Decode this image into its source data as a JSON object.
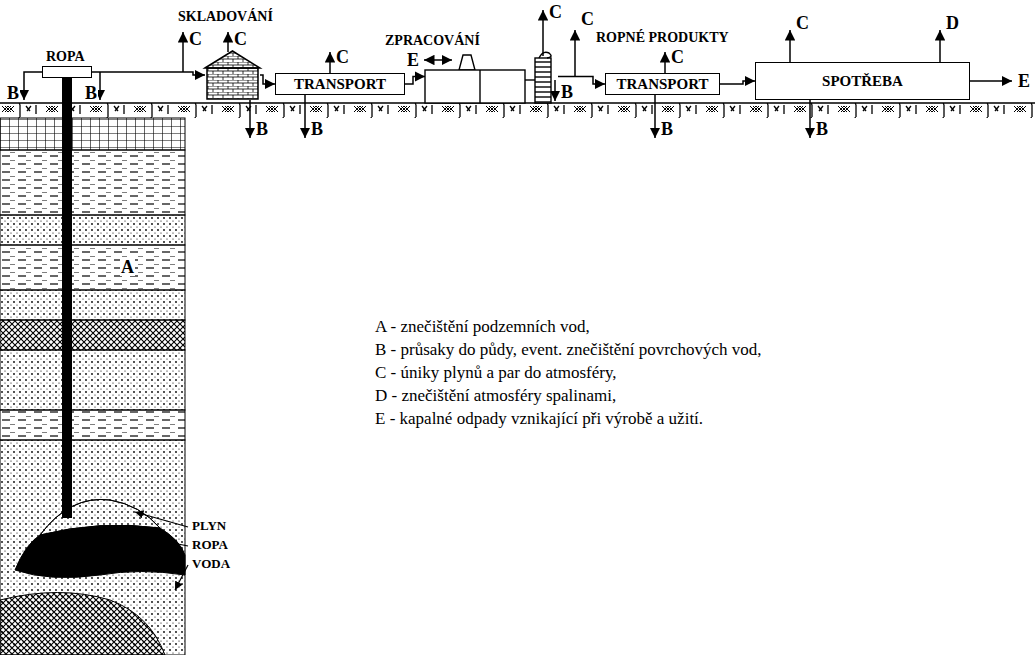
{
  "diagram": {
    "nodes": [
      {
        "text": [
          "ROPA"
        ]
      },
      {
        "text": [
          "SKLADOVÁNÍ"
        ]
      },
      {
        "text": [
          "TRANSPORT"
        ]
      },
      {
        "text": [
          "ZPRACOVÁNÍ"
        ]
      },
      {
        "text": [
          "TRANSPORT"
        ]
      },
      {
        "text": [
          "SPOTŘEBA"
        ]
      }
    ],
    "edges": [
      {
        "from": 0,
        "to": 1,
        "arrow": "to"
      },
      {
        "from": 1,
        "to": 2,
        "arrow": "to"
      },
      {
        "from": 2,
        "to": 3,
        "arrow": "to"
      },
      {
        "from": 3,
        "to": 4,
        "label": "ROPNÉ PRODUKTY",
        "arrow": "to"
      },
      {
        "from": 4,
        "to": 5,
        "arrow": "to"
      }
    ],
    "labels": [
      "C",
      "C",
      "C",
      "C",
      "C",
      "C",
      "C",
      "D",
      "E",
      "E",
      "B",
      "B",
      "B",
      "B",
      "B",
      "B",
      "B",
      "A",
      "PLYN",
      "ROPA",
      "VODA",
      "A - znečištění podzemních vod,",
      "B - průsaky do půdy, event. znečištění povrchových vod,",
      "C - úniky plynů a par do atmosféry,",
      "D - znečištění atmosféry spalinami,",
      "E - kapalné odpady vznikající při výrobě a užití."
    ]
  }
}
